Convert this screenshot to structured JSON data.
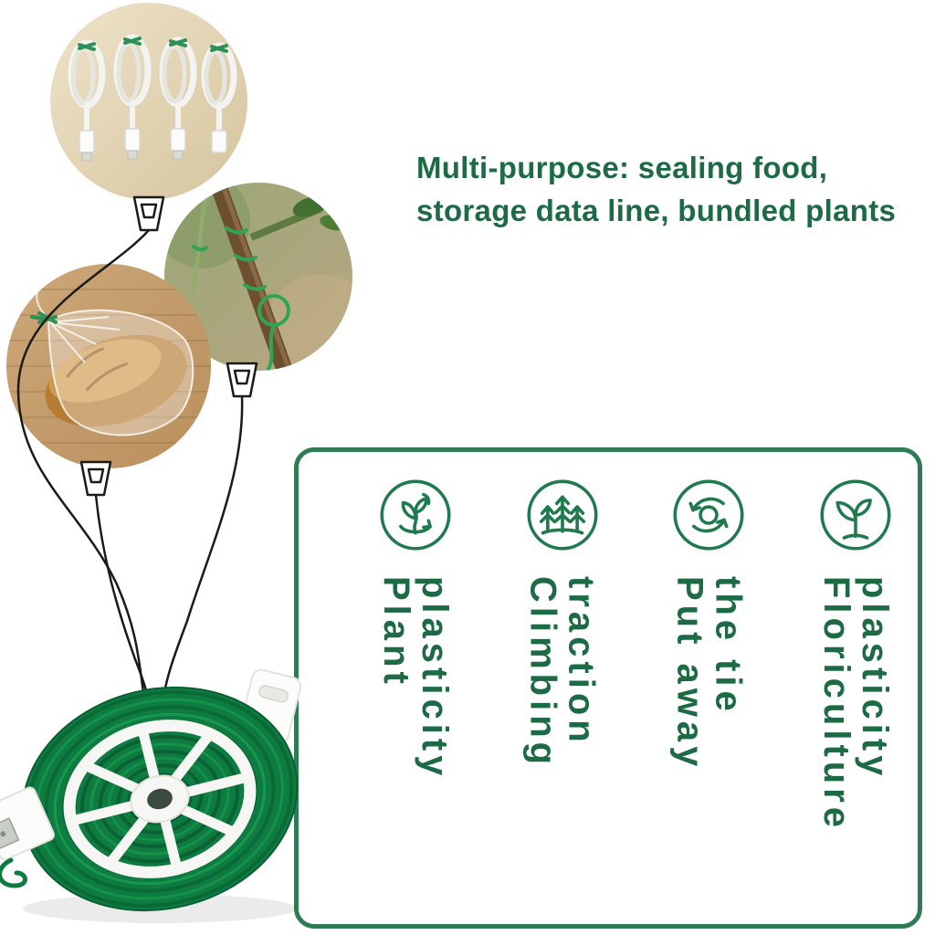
{
  "headline": {
    "line1": "Multi-purpose: sealing food,",
    "line2": "storage data line, bundled plants"
  },
  "features": [
    {
      "id": "plant-plasticity",
      "icon": "twisted-plant-icon",
      "lines": [
        "Plant",
        "plasticity"
      ]
    },
    {
      "id": "climbing-traction",
      "icon": "climbing-trees-icon",
      "lines": [
        "Climbing",
        "traction"
      ]
    },
    {
      "id": "put-away-the-tie",
      "icon": "recycle-arrows-icon",
      "lines": [
        "Put away",
        "the tie"
      ]
    },
    {
      "id": "floriculture-plasticity",
      "icon": "sprout-icon",
      "lines": [
        "Floriculture",
        "plasticity"
      ]
    }
  ],
  "colors": {
    "headline_green": "#1c6b45",
    "label_green": "#1d6b45",
    "panel_border_green": "#2e7b54",
    "icon_green": "#1f7a4e",
    "tie_green": "#2f9055",
    "wire_green": "#0e7c40"
  }
}
